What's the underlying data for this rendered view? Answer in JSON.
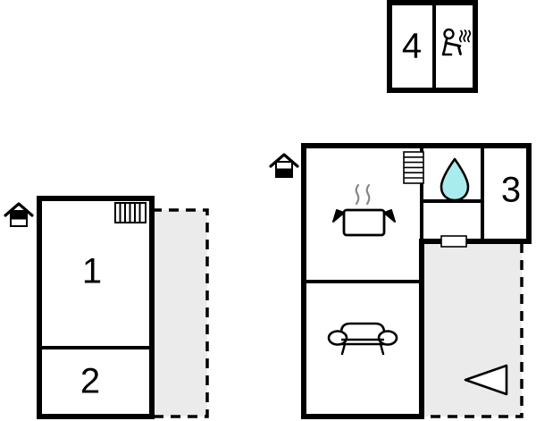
{
  "plan": {
    "title": "Holiday home floor plan",
    "background_color": "#ffffff",
    "wall_color": "#000000",
    "terrace_fill": "#ebebeb",
    "terrace_border": "#000000",
    "water_color": "#a8ecee",
    "room_label_color": "#000000"
  },
  "buildings": [
    {
      "name": "sauna-building",
      "rooms": [
        {
          "id": "room-4",
          "label": "4",
          "icon": null
        },
        {
          "id": "sauna-room",
          "label": "",
          "icon": "sauna-icon"
        }
      ]
    },
    {
      "name": "left-building",
      "rooms": [
        {
          "id": "room-1",
          "label": "1",
          "icon": null
        },
        {
          "id": "room-2",
          "label": "2",
          "icon": null
        }
      ],
      "features": [
        {
          "id": "window-hatch-vertical",
          "icon": "window-icon",
          "bars": 6
        },
        {
          "id": "entrance-marker-left",
          "icon": "house-entrance-icon"
        },
        {
          "id": "terrace-left",
          "icon": "terrace-area"
        }
      ]
    },
    {
      "name": "right-building",
      "rooms": [
        {
          "id": "kitchen",
          "label": "",
          "icon": "cooking-pot-icon"
        },
        {
          "id": "living-room",
          "label": "",
          "icon": "sofa-icon"
        },
        {
          "id": "bathroom",
          "label": "",
          "icon": "water-drop-icon"
        },
        {
          "id": "hall",
          "label": "",
          "icon": null
        },
        {
          "id": "room-3",
          "label": "3",
          "icon": null
        }
      ],
      "features": [
        {
          "id": "radiator-hatch-horizontal",
          "icon": "radiator-icon",
          "bars": 6
        },
        {
          "id": "entrance-marker-right",
          "icon": "house-entrance-icon"
        },
        {
          "id": "door-opening",
          "icon": "door-icon"
        },
        {
          "id": "terrace-right",
          "icon": "terrace-area"
        },
        {
          "id": "view-direction-marker",
          "icon": "triangle-left-icon"
        }
      ]
    }
  ],
  "labels": {
    "room_1": "1",
    "room_2": "2",
    "room_3": "3",
    "room_4": "4"
  },
  "icons": {
    "sauna": "sauna-icon",
    "cooking_pot": "cooking-pot-icon",
    "sofa": "sofa-icon",
    "water_drop": "water-drop-icon",
    "house_entrance": "house-entrance-icon",
    "window": "window-icon",
    "radiator": "radiator-icon",
    "triangle_left": "triangle-left-icon",
    "door": "door-icon"
  }
}
